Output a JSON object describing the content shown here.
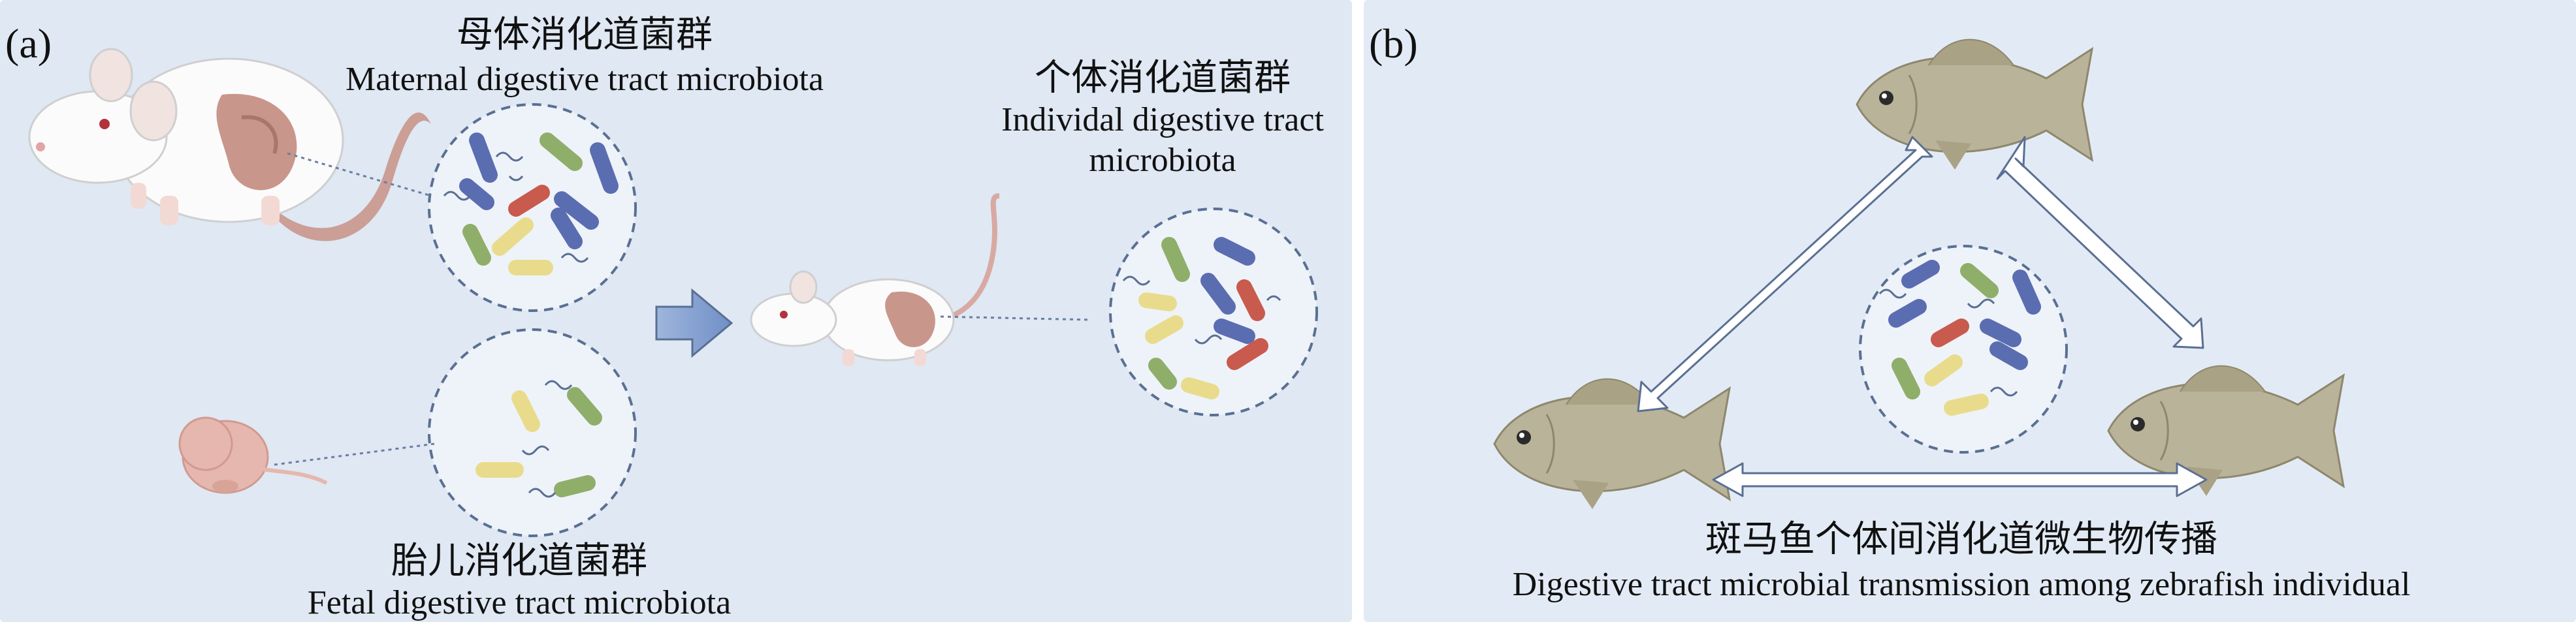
{
  "colors": {
    "panel_a_bg": "#dfe8f3",
    "panel_b_bg": "#e2ebf5",
    "circle_fill": "#eef3f9",
    "circle_stroke": "#5a6f93",
    "bacteria_blue": "#5b6db1",
    "bacteria_green": "#8fae6a",
    "bacteria_yellow": "#e8dc8c",
    "bacteria_red": "#c95a4e",
    "mouse_body": "#fbfbfb",
    "mouse_gut": "#c9968c",
    "fish_body": "#b9b39a",
    "arrow_blue": "#9fb6dc"
  },
  "panel_a": {
    "label": "(a)",
    "maternal": {
      "zh": "母体消化道菌群",
      "en": "Maternal digestive tract microbiota"
    },
    "individual": {
      "zh": "个体消化道菌群",
      "en_line1": "Individal digestive tract",
      "en_line2": "microbiota"
    },
    "fetal": {
      "zh": "胎儿消化道菌群",
      "en": "Fetal digestive tract microbiota"
    },
    "icons": [
      "mother-mouse-icon",
      "offspring-mouse-icon",
      "fetus-icon",
      "transition-arrow-icon"
    ]
  },
  "panel_b": {
    "label": "(b)",
    "caption_zh": "斑马鱼个体间消化道微生物传播",
    "caption_en": "Digestive tract microbial transmission among zebrafish individual",
    "icons": [
      "fish-top-icon",
      "fish-left-icon",
      "fish-right-icon",
      "bidirectional-arrow-icon"
    ]
  }
}
